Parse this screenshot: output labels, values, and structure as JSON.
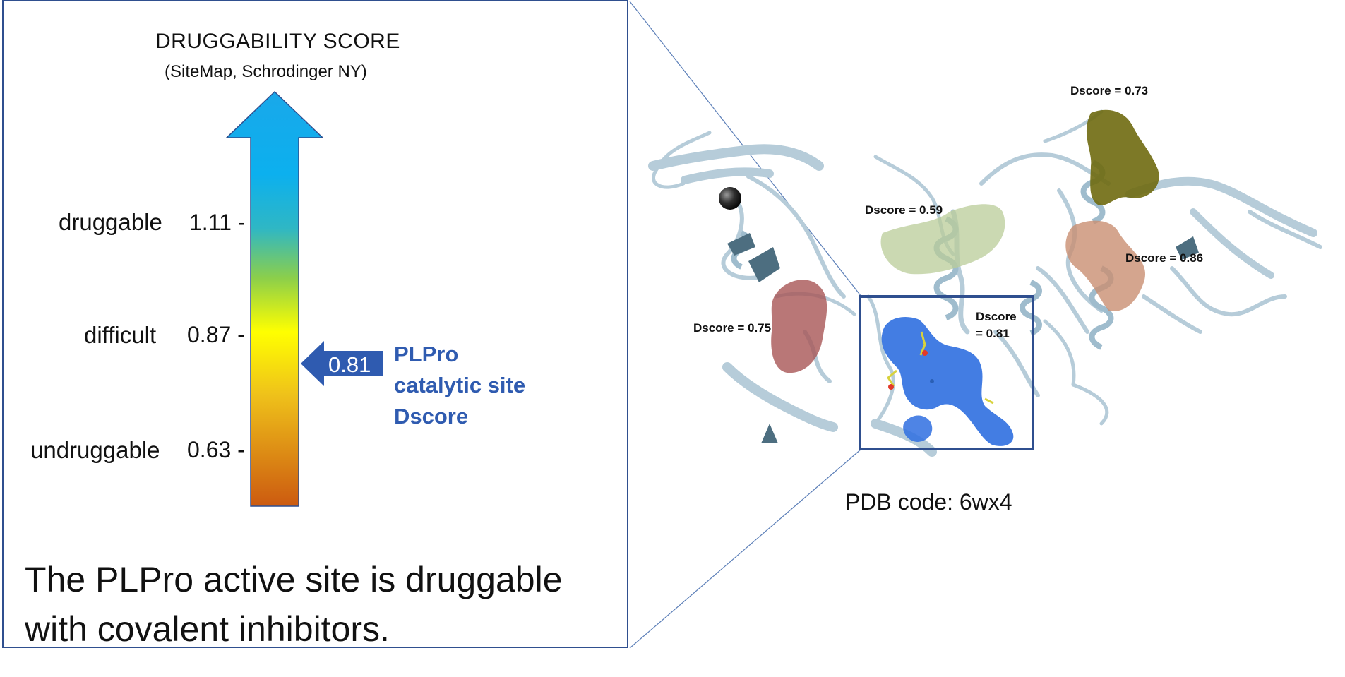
{
  "scale": {
    "title": "DRUGGABILITY SCORE",
    "subtitle": "(SiteMap, Schrodinger NY)",
    "levels": [
      {
        "label": "druggable",
        "value": "1.11 -"
      },
      {
        "label": "difficult",
        "value": "0.87 -"
      },
      {
        "label": "undruggable",
        "value": "0.63 -"
      }
    ]
  },
  "marker": {
    "value": "0.81",
    "label_lines": [
      "PLPro",
      "catalytic site",
      "Dscore"
    ]
  },
  "conclusion": {
    "line1": "The PLPro active site is druggable",
    "line2": "with covalent inhibitors."
  },
  "structure": {
    "pdb_label": "PDB code: 6wx4",
    "pockets": [
      {
        "label": "Dscore = 0.73",
        "color": "#6f6a10"
      },
      {
        "label": "Dscore = 0.59",
        "color": "#b9cc98"
      },
      {
        "label": "Dscore = 0.86",
        "color": "#c98f72"
      },
      {
        "label": "Dscore = 0.75",
        "color": "#a85555"
      },
      {
        "label_line1": "Dscore",
        "label_line2": "= 0.81",
        "color": "#2f6fe0"
      }
    ]
  },
  "colors": {
    "accent": "#2f5bb0",
    "frame": "#2f4f8f",
    "ribbon": "#b8d0dd"
  }
}
